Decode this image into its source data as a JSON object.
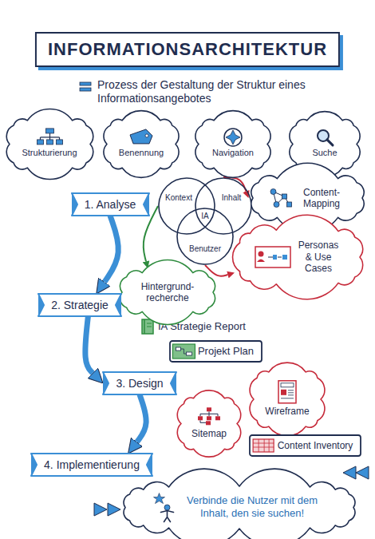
{
  "diagram": {
    "title": "INFORMATIONSARCHITEKTUR",
    "nodes": [
      {
        "text": [
          "Strukturierung"
        ]
      },
      {
        "text": [
          "Benennung"
        ]
      },
      {
        "text": [
          "Navigation"
        ]
      },
      {
        "text": [
          "Suche"
        ]
      },
      {
        "text": [
          "1. Analyse"
        ]
      },
      {
        "text": [
          "Kontext"
        ]
      },
      {
        "text": [
          "Inhalt"
        ]
      },
      {
        "text": [
          "Content- Mapping"
        ]
      },
      {
        "text": [
          "Benutzer"
        ]
      },
      {
        "text": [
          "Hintergrund- recherche"
        ]
      },
      {
        "text": [
          "Personas & Use Cases"
        ]
      },
      {
        "text": [
          "2. Strategie"
        ]
      },
      {
        "text": [
          "Projekt Plan"
        ]
      },
      {
        "text": [
          "3. Design"
        ]
      },
      {
        "text": [
          "Sitemap"
        ]
      },
      {
        "text": [
          "Wireframe"
        ]
      },
      {
        "text": [
          "Content Inventory"
        ]
      },
      {
        "text": [
          "4. Implementierung"
        ]
      },
      {
        "text": [
          "Verbinde die Nutzer mit dem Inhalt, den sie suchen!"
        ]
      }
    ],
    "edges": [
      {
        "from": 4,
        "to": 11,
        "arrow": "to"
      },
      {
        "from": 11,
        "to": 13,
        "arrow": "to"
      },
      {
        "from": 13,
        "to": 17,
        "arrow": "to"
      },
      {
        "from": 5,
        "to": 9,
        "arrow": "to"
      },
      {
        "from": 6,
        "to": 7,
        "arrow": "to"
      },
      {
        "from": 8,
        "to": 10,
        "arrow": "to"
      }
    ],
    "labels": [
      "Prozess der Gestaltung der Struktur eines Informationsangebotes",
      "IA",
      "IA Strategie Report"
    ]
  }
}
